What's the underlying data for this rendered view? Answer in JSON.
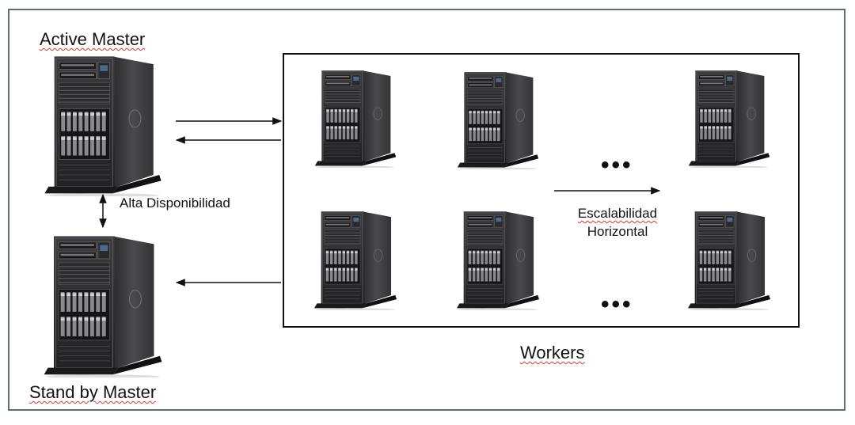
{
  "diagram": {
    "masters": {
      "active_label": "Active Master",
      "standby_label": "Stand by Master",
      "ha_label": "Alta Disponibilidad"
    },
    "workers": {
      "label": "Workers",
      "ellipsis_top": "•••",
      "ellipsis_bottom": "•••",
      "scaling_line1": "Escalabilidad",
      "scaling_line2": "Horizontal"
    }
  },
  "colors": {
    "frame_border": "#5a6d7f",
    "workers_border": "#111111",
    "server_body": "#3a3a3c",
    "server_dark": "#1b1b1d",
    "spellcheck_underline": "#dd3333"
  },
  "icons": [
    "server-tower-icon"
  ]
}
